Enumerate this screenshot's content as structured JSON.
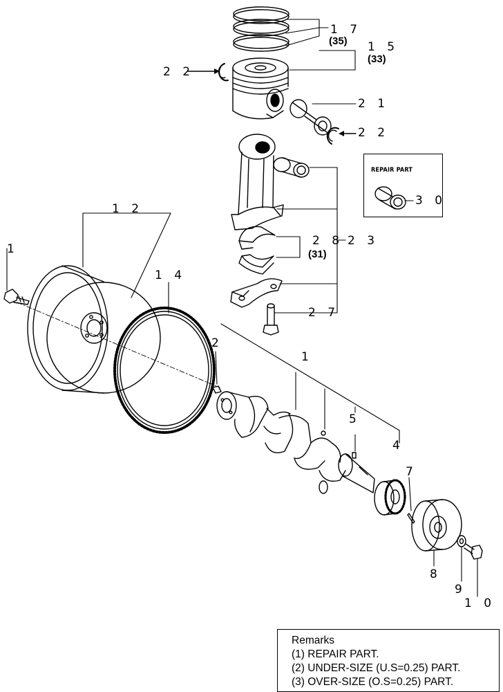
{
  "repair_part_label": "REPAIR PART",
  "callouts": {
    "c1_left": "1",
    "c1_center": "1",
    "c2": "2",
    "c4": "4",
    "c5": "5",
    "c7": "7",
    "c8": "8",
    "c9": "9",
    "c10": "1 0",
    "c12": "1 2",
    "c14": "1 4",
    "c15": "1 5",
    "c17": "1 7",
    "c21": "2 1",
    "c22_left": "2 2",
    "c22_right": "2 2",
    "c23": "2 3",
    "c27": "2 7",
    "c28": "2 8",
    "c30": "3 0"
  },
  "parenthetical": {
    "p35": "(35)",
    "p33": "(33)",
    "p31": "(31)"
  },
  "remarks": {
    "title": "Remarks",
    "lines": [
      "(1) REPAIR PART.",
      "(2) UNDER-SIZE (U.S=0.25) PART.",
      "(3) OVER-SIZE (O.S=0.25) PART."
    ]
  }
}
